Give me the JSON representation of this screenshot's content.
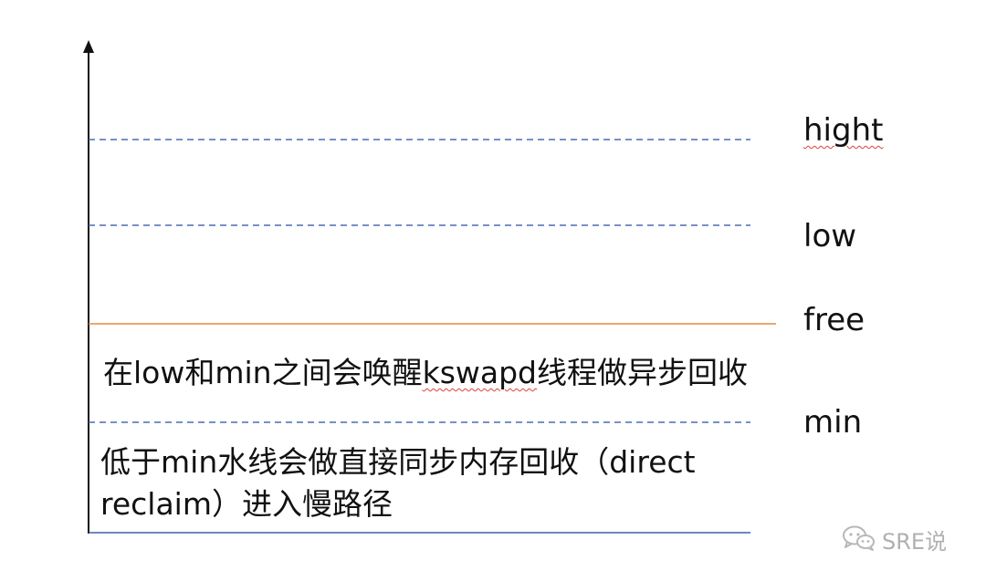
{
  "levels": {
    "hight": "hight",
    "low": "low",
    "free": "free",
    "min": "min"
  },
  "notes": {
    "between_low_min_prefix": "在low和min之间会唤醒",
    "between_low_min_keyword": "kswapd",
    "between_low_min_suffix": "线程做异步回收",
    "below_min_line1": "低于min水线会做直接同步内存回收（direct",
    "below_min_line2": "reclaim）进入慢路径"
  },
  "watermark": {
    "text": "SRE说",
    "icon": "wechat-chat-icon"
  },
  "colors": {
    "axis": "#111111",
    "dashed_line": "#4a6bb5",
    "free_line": "#e88a3a",
    "base_line": "#3d5fa8",
    "spellcheck_underline": "#e0403a",
    "watermark": "#b0b0b0"
  }
}
